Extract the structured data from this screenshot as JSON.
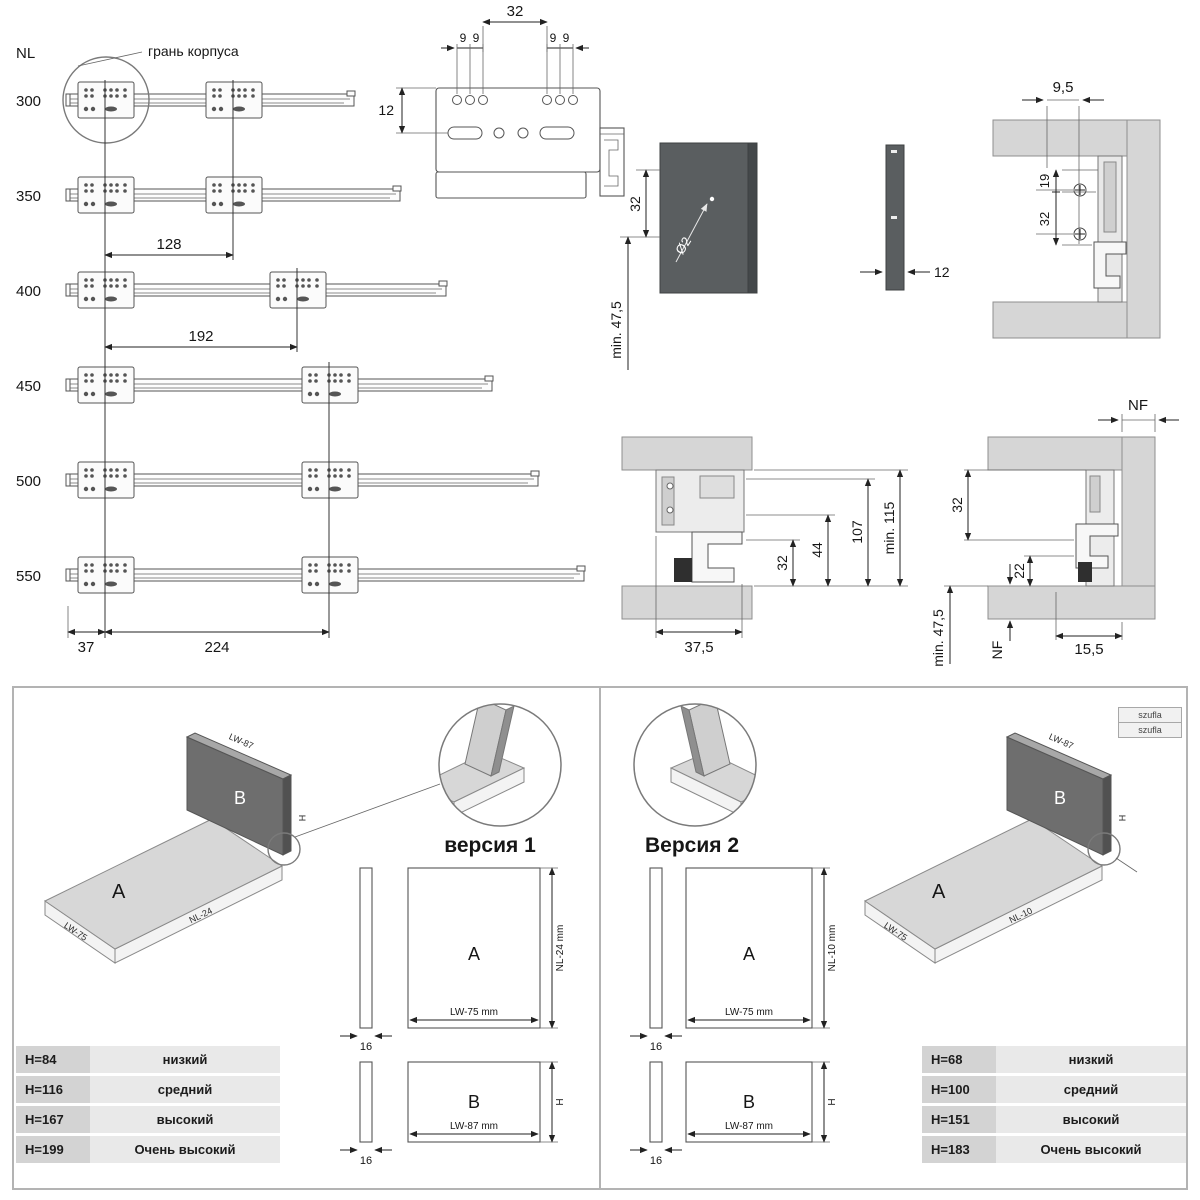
{
  "top_left": {
    "nl": "NL",
    "corner_label": "грань корпуса",
    "lengths": [
      "300",
      "350",
      "400",
      "450",
      "500",
      "550"
    ],
    "dim_128": "128",
    "dim_192": "192",
    "dim_37": "37",
    "dim_224": "224"
  },
  "front_detail": {
    "dim_32": "32",
    "d9": [
      "9",
      "9",
      "9",
      "9"
    ],
    "dim_12": "12"
  },
  "back_panel": {
    "dim_32": "32",
    "dim_min475": "min. 47,5",
    "dim_dia": "Ø2"
  },
  "side_bar": {
    "dim_12": "12"
  },
  "sec_front": {
    "dim_95": "9,5",
    "dim_19": "19",
    "dim_32": "32"
  },
  "sec_side_a": {
    "dim_375": "37,5",
    "dim_32": "32",
    "dim_44": "44",
    "dim_107": "107",
    "dim_min115": "min. 115"
  },
  "sec_side_b": {
    "nf_top": "NF",
    "dim_32": "32",
    "dim_22": "22",
    "dim_min475": "min. 47,5",
    "nf_bottom": "NF",
    "dim_155": "15,5"
  },
  "version1": {
    "title": "версия 1",
    "iso": {
      "a": "A",
      "b": "B",
      "lw87": "LW-87",
      "h": "H",
      "lw75": "LW-75",
      "nl": "NL-24"
    },
    "flat": {
      "a": "A",
      "b": "B",
      "lw75": "LW-75 mm",
      "nl": "NL-24 mm",
      "lw87": "LW-87 mm",
      "h": "H",
      "t16a": "16",
      "t16b": "16"
    },
    "table": [
      {
        "h": "H=84",
        "label": "низкий"
      },
      {
        "h": "H=116",
        "label": "средний"
      },
      {
        "h": "H=167",
        "label": "высокий"
      },
      {
        "h": "H=199",
        "label": "Очень высокий"
      }
    ]
  },
  "version2": {
    "title": "Версия 2",
    "tags": [
      "szufla",
      "szufla"
    ],
    "iso": {
      "a": "A",
      "b": "B",
      "lw87": "LW-87",
      "h": "H",
      "lw75": "LW-75",
      "nl": "NL-10"
    },
    "flat": {
      "a": "A",
      "b": "B",
      "lw75": "LW-75 mm",
      "nl": "NL-10 mm",
      "lw87": "LW-87 mm",
      "h": "H",
      "t16a": "16",
      "t16b": "16"
    },
    "table": [
      {
        "h": "H=68",
        "label": "низкий"
      },
      {
        "h": "H=100",
        "label": "средний"
      },
      {
        "h": "H=151",
        "label": "высокий"
      },
      {
        "h": "H=183",
        "label": "Очень высокий"
      }
    ]
  }
}
